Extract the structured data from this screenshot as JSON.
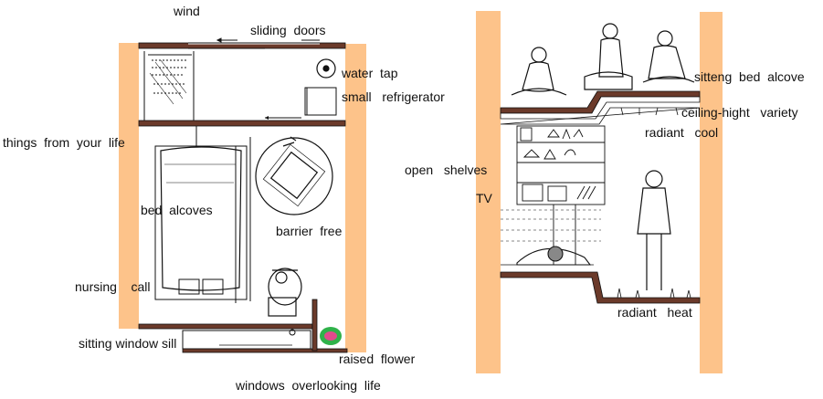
{
  "plan": {
    "labels": {
      "wind": "wind",
      "sliding_doors": "sliding  doors",
      "water_tap": "water  tap",
      "small_refrigerator": "small   refrigerator",
      "things_from_your_life": "things  from  your  life",
      "bed_alcoves": "bed  alcoves",
      "barrier_free": "barrier  free",
      "nursing_call": "nursing    call",
      "sitting_window_sill": "sitting window sill",
      "raised_flower": "raised  flower",
      "windows_overlooking_life": "windows  overlooking  life"
    }
  },
  "section": {
    "labels": {
      "sitting_bed_alcove": "sitteng  bed  alcove",
      "ceiling_height_variety": "ceiling-hight   variety",
      "radiant_cool": "radiant   cool",
      "open_shelves": "open   shelves",
      "tv": "TV",
      "radiant_heat": "radiant   heat"
    }
  },
  "colors": {
    "wall_band": "#FDC38A",
    "floor_slab": "#6B3A2A",
    "line": "#111111",
    "flower_green": "#2FB24A",
    "flower_pink": "#E04A8C"
  }
}
